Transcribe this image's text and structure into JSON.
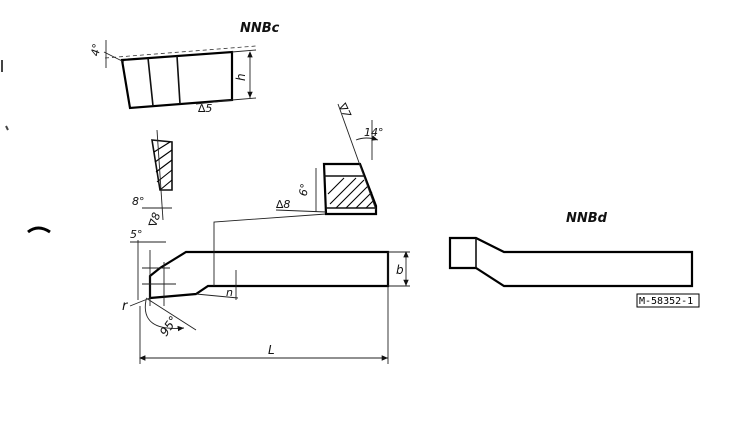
{
  "views": {
    "nnbc": {
      "title": "NNBc",
      "angle_relief": "4°",
      "height_label": "h",
      "roughness": "∆5"
    },
    "main": {
      "angle_top": "8°",
      "roughness_left": "∇8",
      "angle_side": "5°",
      "radius_label": "r",
      "angle_bottom": "95°",
      "length_label": "L",
      "width_label": "b",
      "offset_label": "n"
    },
    "section": {
      "roughness_top": "∇7",
      "angle_right": "14°",
      "angle_left": "6°",
      "roughness": "∆8"
    },
    "nnbd": {
      "title": "NNBd"
    }
  },
  "stamp": {
    "code": "M-58352-1"
  }
}
